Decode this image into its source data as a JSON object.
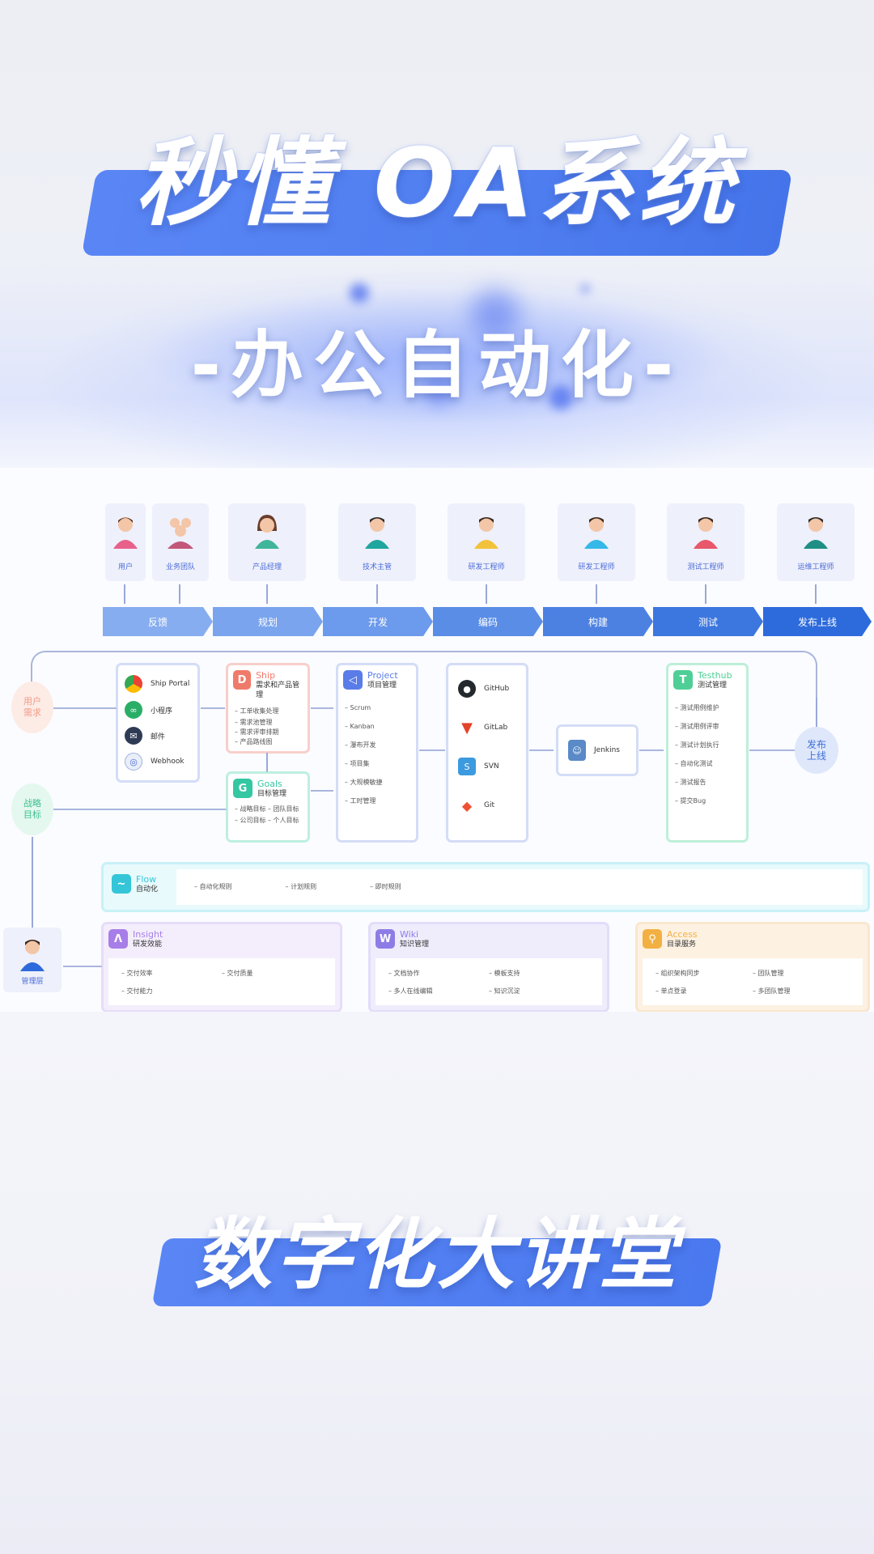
{
  "title": "秒懂 OA系统",
  "subtitle": "-办公自动化-",
  "footer": "数字化大讲堂",
  "roles": [
    {
      "label": "用户"
    },
    {
      "label": "业务团队"
    },
    {
      "label": "产品经理"
    },
    {
      "label": "技术主管"
    },
    {
      "label": "研发工程师"
    },
    {
      "label": "研发工程师"
    },
    {
      "label": "测试工程师"
    },
    {
      "label": "运维工程师"
    }
  ],
  "stages": [
    "反馈",
    "规划",
    "开发",
    "编码",
    "构建",
    "测试",
    "发布上线"
  ],
  "colors": {
    "stage_light": "#7ba6ee",
    "stage_dark": "#2d6bdc",
    "ship": "#f07a6a",
    "goals": "#33c7a2",
    "project": "#5a7ce8",
    "testhub": "#4fcf95",
    "flow": "#34c6d8",
    "insight": "#a77ee8",
    "wiki": "#8e7ce6",
    "access": "#f2b042"
  },
  "left_nodes": {
    "user_need": "用户\n需求",
    "strategy": "战略\n目标",
    "release": "发布\n上线",
    "manager": "管理层"
  },
  "channels": {
    "items": [
      {
        "icon": "chrome-icon",
        "label": "Ship Portal"
      },
      {
        "icon": "miniprogram-icon",
        "label": "小程序"
      },
      {
        "icon": "mail-icon",
        "label": "邮件"
      },
      {
        "icon": "webhook-icon",
        "label": "Webhook"
      }
    ]
  },
  "ship": {
    "name": "Ship",
    "desc": "需求和产品管理",
    "items": [
      "工单收集处理",
      "需求池管理",
      "需求评审排期",
      "产品路线图"
    ]
  },
  "goals": {
    "name": "Goals",
    "desc": "目标管理",
    "items": [
      "战略目标",
      "团队目标",
      "公司目标",
      "个人目标"
    ]
  },
  "project": {
    "name": "Project",
    "desc": "项目管理",
    "items": [
      "Scrum",
      "Kanban",
      "瀑布开发",
      "项目集",
      "大规模敏捷",
      "工时管理"
    ]
  },
  "repos": {
    "items": [
      {
        "icon": "github-icon",
        "label": "GitHub"
      },
      {
        "icon": "gitlab-icon",
        "label": "GitLab"
      },
      {
        "icon": "svn-icon",
        "label": "SVN"
      },
      {
        "icon": "git-icon",
        "label": "Git"
      }
    ]
  },
  "jenkins": {
    "label": "Jenkins"
  },
  "testhub": {
    "name": "Testhub",
    "desc": "测试管理",
    "items": [
      "测试用例维护",
      "测试用例评审",
      "测试计划执行",
      "自动化测试",
      "测试报告",
      "提交Bug"
    ]
  },
  "flow": {
    "name": "Flow",
    "desc": "自动化",
    "items": [
      "自动化规则",
      "计划规则",
      "即时规则"
    ]
  },
  "insight": {
    "name": "Insight",
    "desc": "研发效能",
    "items": [
      "交付效率",
      "交付质量",
      "交付能力"
    ]
  },
  "wiki": {
    "name": "Wiki",
    "desc": "知识管理",
    "items": [
      "文档协作",
      "模板支持",
      "多人在线编辑",
      "知识沉淀"
    ]
  },
  "access": {
    "name": "Access",
    "desc": "目录服务",
    "items": [
      "组织架构同步",
      "团队管理",
      "单点登录",
      "多团队管理"
    ]
  }
}
